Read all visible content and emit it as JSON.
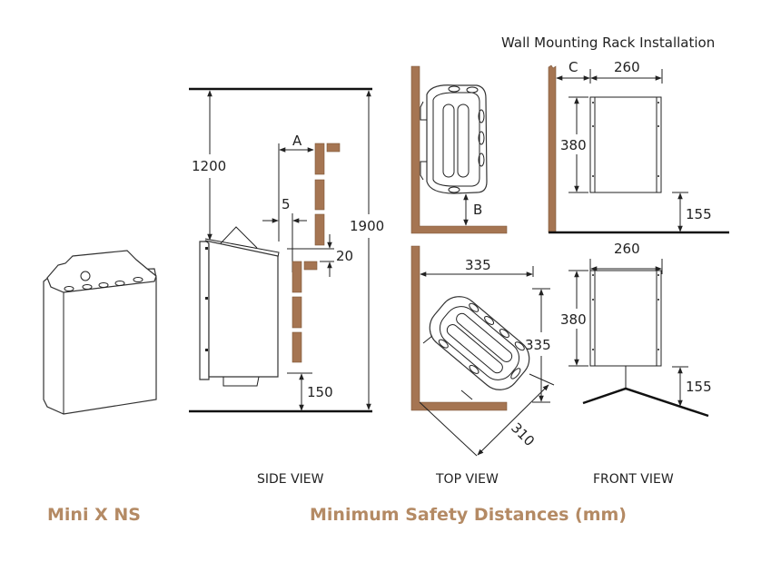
{
  "heading": "Wall Mounting Rack Installation",
  "product_name": "Mini X NS",
  "caption": "Minimum Safety Distances (mm)",
  "colors": {
    "accent": "#b48a64",
    "wood": "#a57552",
    "line": "#222222"
  },
  "views": {
    "side": {
      "label": "SIDE VIEW",
      "dims": {
        "top_clearance": "1200",
        "total_height": "1900",
        "wall_gap": "A",
        "side_gap": "5",
        "shelf_gap": "20",
        "floor_gap": "150"
      }
    },
    "top": {
      "label": "TOP VIEW",
      "dims": {
        "wall_clearance": "B",
        "corner_x": "335",
        "corner_y": "335",
        "diagonal": "310"
      }
    },
    "front": {
      "label": "FRONT VIEW",
      "dims": {
        "wall_gap": "C",
        "rack_width_top": "260",
        "rack_height_top": "380",
        "floor_gap_top": "155",
        "rack_width_bottom": "260",
        "rack_height_bottom": "380",
        "floor_gap_bottom": "155"
      }
    }
  }
}
